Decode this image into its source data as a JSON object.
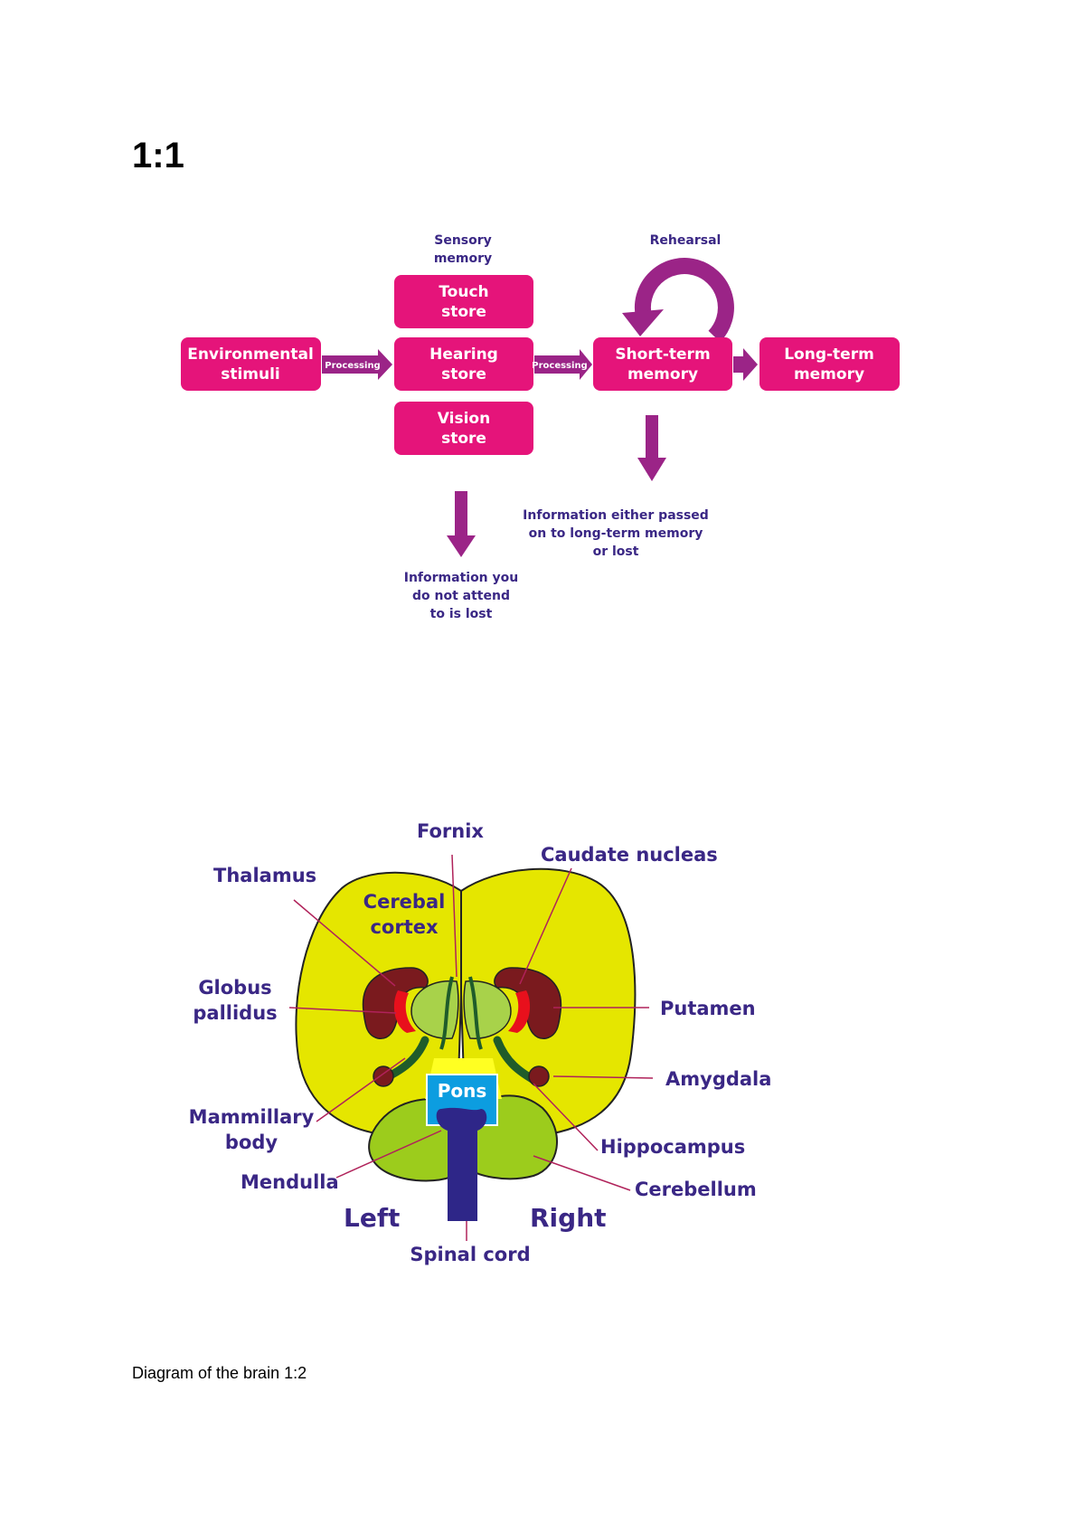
{
  "heading": "1:1",
  "caption": "Diagram of the brain 1:2",
  "memory_diagram": {
    "sensory_memory_title": [
      "Sensory",
      "memory"
    ],
    "rehearsal_label": "Rehearsal",
    "boxes": {
      "environmental": [
        "Environmental",
        "stimuli"
      ],
      "touch": [
        "Touch",
        "store"
      ],
      "hearing": [
        "Hearing",
        "store"
      ],
      "vision": [
        "Vision",
        "store"
      ],
      "short_term": [
        "Short-term",
        "memory"
      ],
      "long_term": [
        "Long-term",
        "memory"
      ]
    },
    "arrow_label_1": "Processing",
    "arrow_label_2": "Processing",
    "lost_note": [
      "Information you",
      "do not attend",
      "to is lost"
    ],
    "passed_note": [
      "Information either passed",
      "on to long-term memory",
      "or lost"
    ],
    "colors": {
      "box": "#e5147a",
      "arrow": "#9b2487",
      "text": "#3a2785"
    }
  },
  "brain_diagram": {
    "labels": {
      "fornix": "Fornix",
      "caudate": "Caudate nucleas",
      "thalamus": "Thalamus",
      "cortex": [
        "Cerebal",
        "cortex"
      ],
      "globus": [
        "Globus",
        "pallidus"
      ],
      "putamen": "Putamen",
      "amygdala": "Amygdala",
      "pons": "Pons",
      "mammillary": [
        "Mammillary",
        "body"
      ],
      "hippocampus": "Hippocampus",
      "medulla": "Mendulla",
      "cerebellum": "Cerebellum",
      "left": "Left",
      "right": "Right",
      "spinal": "Spinal cord"
    },
    "colors": {
      "cortex": "#e5e600",
      "cerebellum": "#9ccc1c",
      "thalamus": "#a8d24a",
      "caudate": "#7a1a1e",
      "globus": "#e8101c",
      "pons": "#0c9de0",
      "spinal": "#2e2688",
      "hippocampus": "#1f5c2a",
      "text": "#3a2785"
    }
  }
}
